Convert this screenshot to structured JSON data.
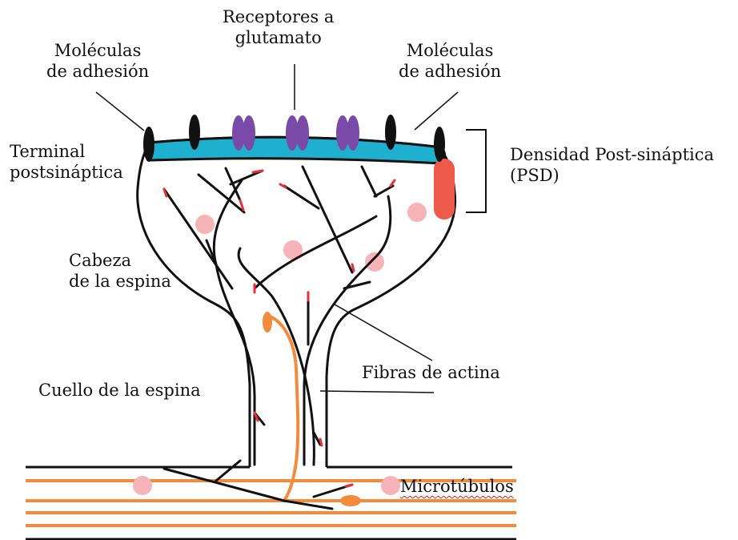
{
  "labels": {
    "receptores_line1": "Receptores a",
    "receptores_line2": "glutamato",
    "moleculas_left_line1": "Moléculas",
    "moleculas_left_line2": "de adhesión",
    "moleculas_right_line1": "Moléculas",
    "moleculas_right_line2": "de adhesión",
    "terminal_line1": "Terminal",
    "terminal_line2": "postsináptica",
    "densidad_line1": "Densidad Post-sináptica",
    "densidad_line2": "(PSD)",
    "cabeza_line1": "Cabeza",
    "cabeza_line2": "de la espina",
    "cuello": "Cuello de la espina",
    "fibras": "Fibras de actina",
    "microtubulos": "Microtúbulos"
  },
  "colors": {
    "psd_band": "#1fb0d0",
    "receptor": "#7a4aa8",
    "adhesion": "#111111",
    "psd_patch": "#ee5a4a",
    "vesicle": "#f6b4b8",
    "microtubule": "#f28c3c",
    "actin": "#111111",
    "actin_tip": "#e8303a"
  }
}
